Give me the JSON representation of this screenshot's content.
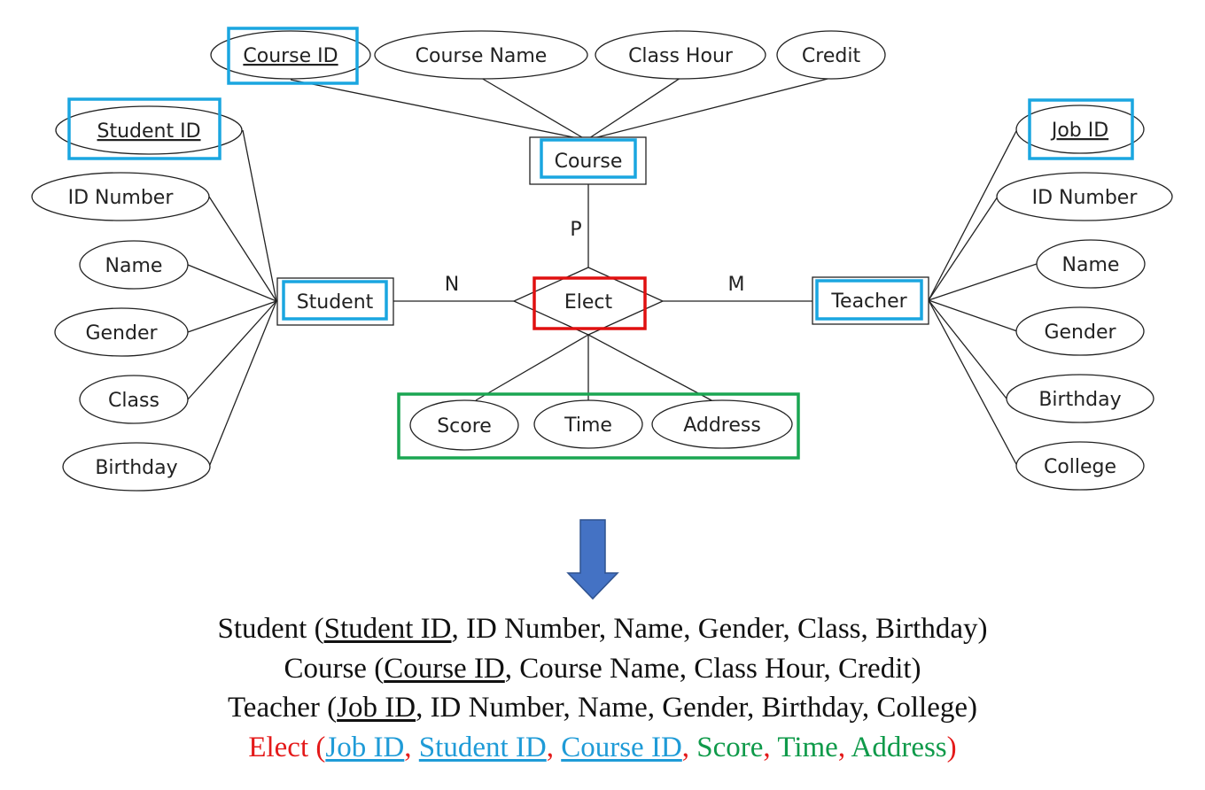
{
  "colors": {
    "key_box": "#1aa6e0",
    "relation_box": "#e01010",
    "relationship_attr_box": "#1aa652",
    "arrow": "#4472c4",
    "elect_line_text": "#e41a1a",
    "elect_key_text": "#1f9bd7",
    "elect_attr_text": "#0f9a4a"
  },
  "diagram": {
    "entities": {
      "student": "Student",
      "course": "Course",
      "teacher": "Teacher"
    },
    "relationship": "Elect",
    "cardinality": {
      "student": "N",
      "teacher": "M",
      "course": "P"
    },
    "course_attrs": [
      "Course ID",
      "Course Name",
      "Class Hour",
      "Credit"
    ],
    "student_attrs": [
      "Student ID",
      "ID Number",
      "Name",
      "Gender",
      "Class",
      "Birthday"
    ],
    "teacher_attrs": [
      "Job ID",
      "ID Number",
      "Name",
      "Gender",
      "Birthday",
      "College"
    ],
    "elect_attrs": [
      "Score",
      "Time",
      "Address"
    ],
    "arrow_icon": "down-arrow-icon"
  },
  "schema": {
    "student": {
      "name": "Student",
      "key": "Student ID",
      "attrs": "ID Number, Name, Gender, Class, Birthday"
    },
    "course": {
      "name": "Course",
      "key": "Course ID",
      "attrs": "Course Name, Class Hour, Credit"
    },
    "teacher": {
      "name": "Teacher",
      "key": "Job ID",
      "attrs": "ID Number, Name, Gender, Birthday, College"
    },
    "elect": {
      "name": "Elect",
      "keys": [
        "Job ID",
        "Student ID",
        "Course ID"
      ],
      "attrs": [
        "Score",
        "Time",
        "Address"
      ]
    }
  }
}
